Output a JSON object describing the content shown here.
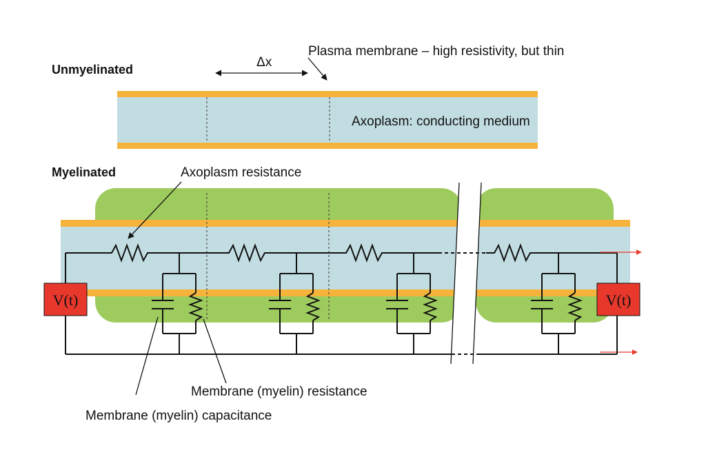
{
  "labels": {
    "unmyelinated": "Unmyelinated",
    "myelinated": "Myelinated",
    "delta_x": "Δx",
    "plasma_membrane": "Plasma membrane – high resistivity, but thin",
    "axoplasm_medium": "Axoplasm: conducting medium",
    "axoplasm_resistance": "Axoplasm resistance",
    "membrane_resistance": "Membrane (myelin) resistance",
    "membrane_capacitance": "Membrane (myelin) capacitance",
    "source_left": "V(t)",
    "source_right": "V(t)"
  },
  "colors": {
    "membrane": "#F5B33C",
    "axoplasm": "#C2DDE2",
    "myelin": "#9ECB5E",
    "source": "#E8382C",
    "arrow_red": "#E8382C",
    "line": "#111111"
  }
}
